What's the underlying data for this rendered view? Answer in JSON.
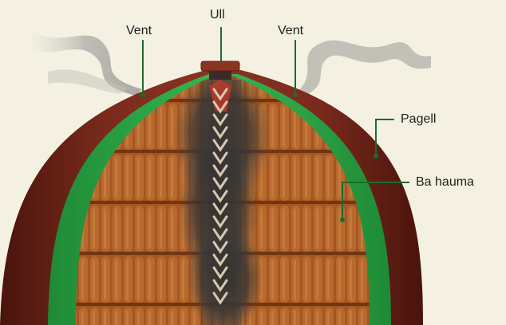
{
  "labels": {
    "vent_left": "Vent",
    "top": "Ull",
    "vent_right": "Vent",
    "outer_layer": "Pagell",
    "inner_layer": "Ba hauma"
  },
  "colors": {
    "background": "#f4f1e2",
    "outer_layer": "#7a2a1c",
    "inner_layer": "#2fa84a",
    "wood_stack": "#b8642a",
    "charred_core": "#3a3a3a",
    "leader_line": "#1f6b2e",
    "smoke": "#bcbcbc"
  }
}
